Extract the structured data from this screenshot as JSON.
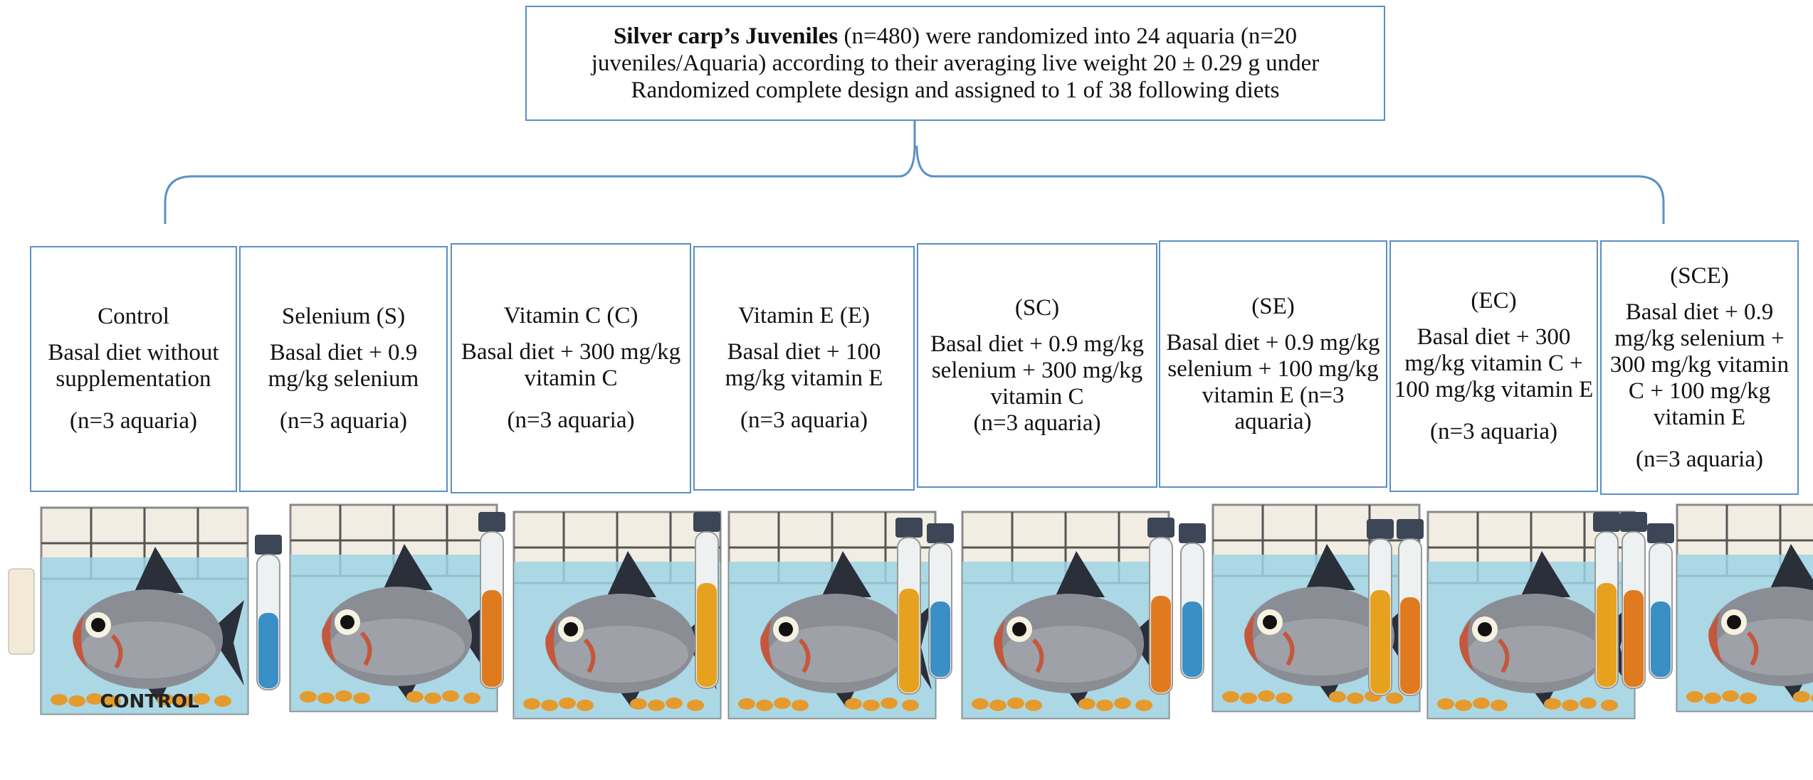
{
  "header": {
    "bold": "Silver carp’s Juveniles",
    "rest": " (n=480) were randomized into 24  aquaria (n=20 juveniles/Aquaria) according to their averaging live weight 20 ± 0.29 g under Randomized complete design and assigned to 1 of 38 following diets"
  },
  "groups": [
    {
      "title": "Control",
      "desc": "Basal diet without supplementation",
      "n": "(n=3 aquaria)"
    },
    {
      "title": "Selenium (S)",
      "desc": "Basal diet + 0.9 mg/kg selenium",
      "n": "(n=3 aquaria)"
    },
    {
      "title": "Vitamin C (C)",
      "desc": "Basal diet + 300 mg/kg vitamin C",
      "n": "(n=3 aquaria)"
    },
    {
      "title": "Vitamin E (E)",
      "desc": "Basal diet + 100 mg/kg vitamin E",
      "n": "(n=3 aquaria)"
    },
    {
      "title": "(SC)",
      "desc": "Basal diet + 0.9 mg/kg selenium + 300 mg/kg vitamin C",
      "n": "(n=3 aquaria)"
    },
    {
      "title": "(SE)",
      "desc": "Basal diet + 0.9 mg/kg selenium + 100 mg/kg vitamin E (n=3 aquaria)",
      "n": ""
    },
    {
      "title": "(EC)",
      "desc": "Basal diet + 300 mg/kg vitamin C + 100 mg/kg vitamin E",
      "n": "(n=3 aquaria)"
    },
    {
      "title": "(SCE)",
      "desc": "Basal diet + 0.9 mg/kg selenium + 300 mg/kg vitamin C + 100 mg/kg vitamin E",
      "n": "(n=3 aquaria)"
    }
  ],
  "illustration": {
    "control_label": "CONTROL",
    "tube_colors": {
      "blue": "#3a8fc4",
      "orange": "#e07a1f",
      "amber": "#e6a21e"
    },
    "water_color": "#9fd3e4",
    "line_color": "#5b8fc7"
  }
}
